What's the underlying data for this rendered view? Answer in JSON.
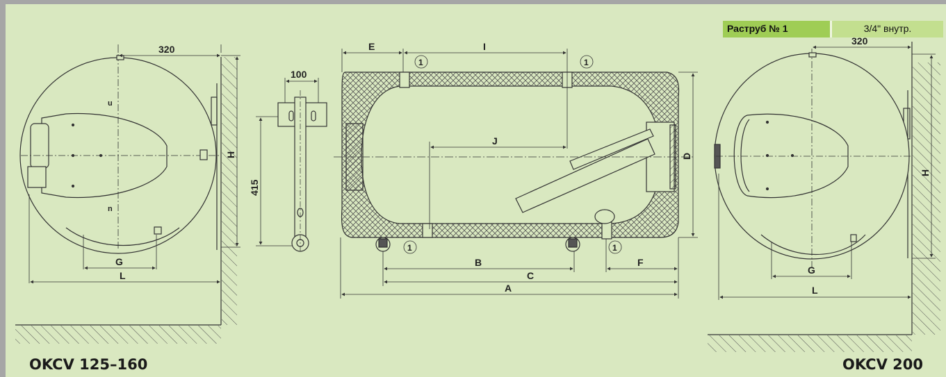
{
  "connection_table": {
    "key": "Раструб № 1",
    "value": "3/4\" внутр."
  },
  "left_unit": {
    "model": "OKCV 125–160",
    "dim_top": "320",
    "dim_g": "G",
    "dim_l": "L",
    "dim_h": "H",
    "mark_top": "u",
    "mark_bottom": "n"
  },
  "bracket": {
    "dim_width": "100",
    "dim_height": "415"
  },
  "section": {
    "dim_e": "E",
    "dim_i": "I",
    "dim_j": "J",
    "dim_d": "D",
    "dim_b": "B",
    "dim_c": "C",
    "dim_a": "A",
    "dim_f": "F",
    "port_label": "1"
  },
  "right_unit": {
    "model": "OKCV 200",
    "dim_top": "320",
    "dim_g": "G",
    "dim_l": "L",
    "dim_h": "H"
  },
  "colors": {
    "background": "#d9e8c0",
    "frame": "#a6a6a6",
    "table_key": "#9fcd55",
    "table_value": "#c3df8f",
    "line": "#333333"
  }
}
